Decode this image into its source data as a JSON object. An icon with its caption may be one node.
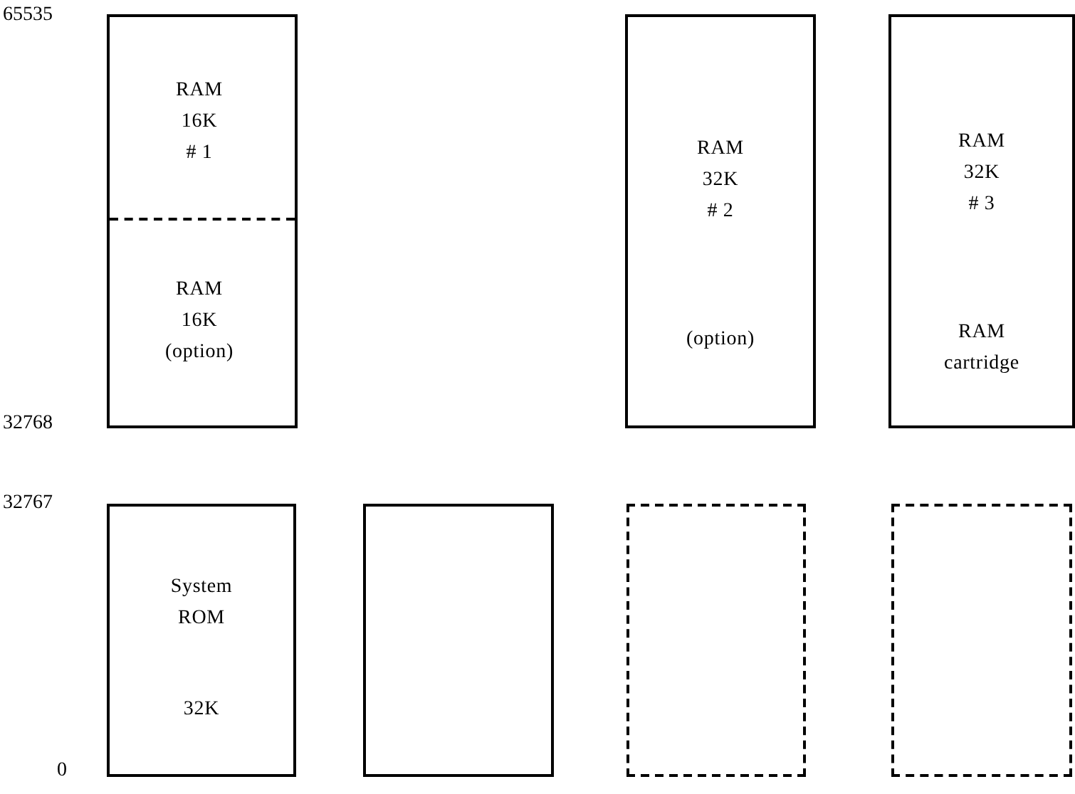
{
  "diagram": {
    "nodes": [
      {
        "text": [],
        "shape": "box"
      },
      {
        "text": [
          "RAM 16K # 1"
        ],
        "in": 0
      },
      {
        "text": [
          "RAM 16K (option)"
        ],
        "in": 0
      },
      {
        "text": [
          "RAM 32K # 2",
          "(option)"
        ]
      },
      {
        "text": [
          "RAM 32K # 3",
          "RAM cartridge"
        ]
      },
      {
        "text": [
          "System ROM",
          "32K"
        ]
      },
      {
        "text": [],
        "shape": "box"
      },
      {
        "text": [],
        "shape": "box"
      },
      {
        "text": [],
        "shape": "box"
      }
    ],
    "labels": [
      "65535",
      "32768",
      "32767",
      "0"
    ]
  }
}
